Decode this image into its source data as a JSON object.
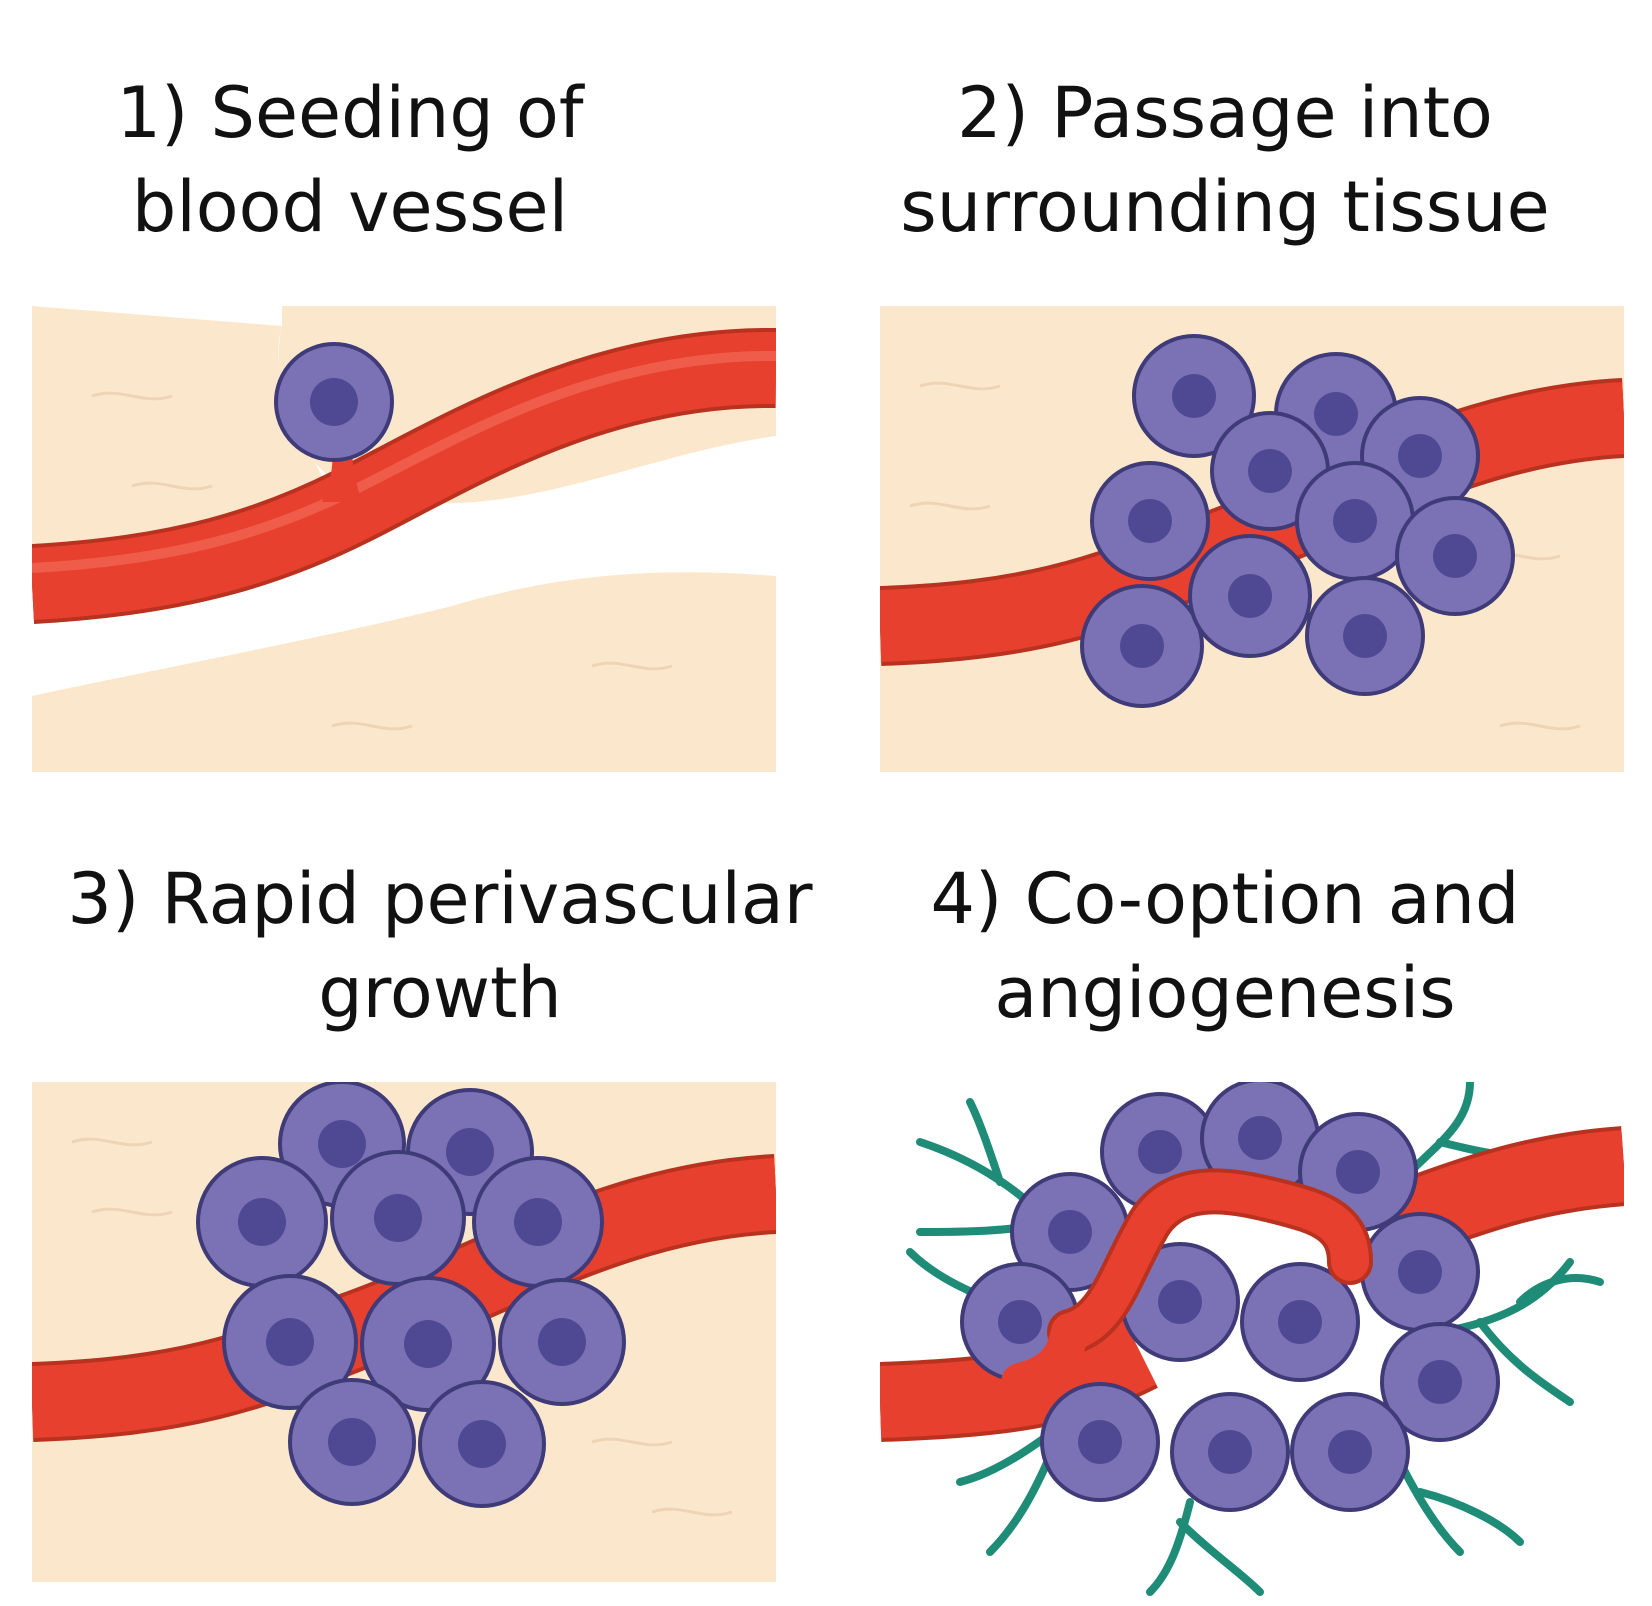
{
  "steps": [
    {
      "line1": "1) Seeding of",
      "line2": "blood vessel"
    },
    {
      "line1": "2) Passage into",
      "line2": "surrounding tissue"
    },
    {
      "line1": "3) Rapid perivascular",
      "line2": "growth"
    },
    {
      "line1": "4) Co-option and",
      "line2": "angiogenesis"
    }
  ],
  "colors": {
    "tissue": "#fbe8cc",
    "vessel": "#e8402f",
    "vessel_highlight": "#f26a55",
    "cell": "#7b72b6",
    "cell_outline": "#3f3a78",
    "nucleus": "#4f4893",
    "sprout": "#1f8c78"
  }
}
